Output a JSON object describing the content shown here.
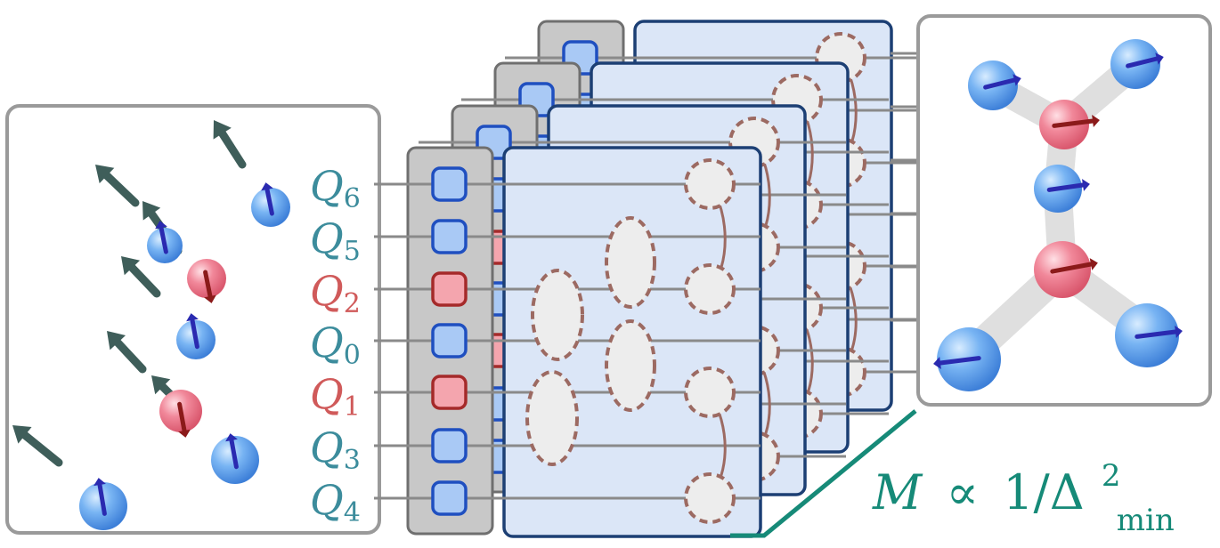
{
  "qubits": [
    {
      "name": "Q",
      "sub": "6",
      "type": "blue"
    },
    {
      "name": "Q",
      "sub": "5",
      "type": "blue"
    },
    {
      "name": "Q",
      "sub": "2",
      "type": "red"
    },
    {
      "name": "Q",
      "sub": "0",
      "type": "blue"
    },
    {
      "name": "Q",
      "sub": "1",
      "type": "red"
    },
    {
      "name": "Q",
      "sub": "3",
      "type": "blue"
    },
    {
      "name": "Q",
      "sub": "4",
      "type": "blue"
    }
  ],
  "formula": {
    "lhs": "M",
    "rel": "∝",
    "rhs": "1/Δ",
    "sup": "2",
    "sub": "min"
  },
  "colors": {
    "blue_label": "#3c8c9c",
    "red_label": "#d05a5a",
    "teal_accent": "#168a78",
    "panel_border": "#9a9a9a",
    "circuit_bg": "#dbe6f7",
    "circuit_border": "#1c3f74",
    "register_bg": "#c8c8c8",
    "blue_qubit_fill": "#a9c9f5",
    "blue_qubit_stroke": "#1f4fc0",
    "red_qubit_fill": "#f4a5ae",
    "red_qubit_stroke": "#a52a2a",
    "gate_fill": "#ededed",
    "gate_stroke": "#9c6a62",
    "wire": "#8a8a8a"
  },
  "icons": [
    "spin-up-arrow-icon",
    "spin-sphere-icon",
    "molecule-graph-icon"
  ]
}
